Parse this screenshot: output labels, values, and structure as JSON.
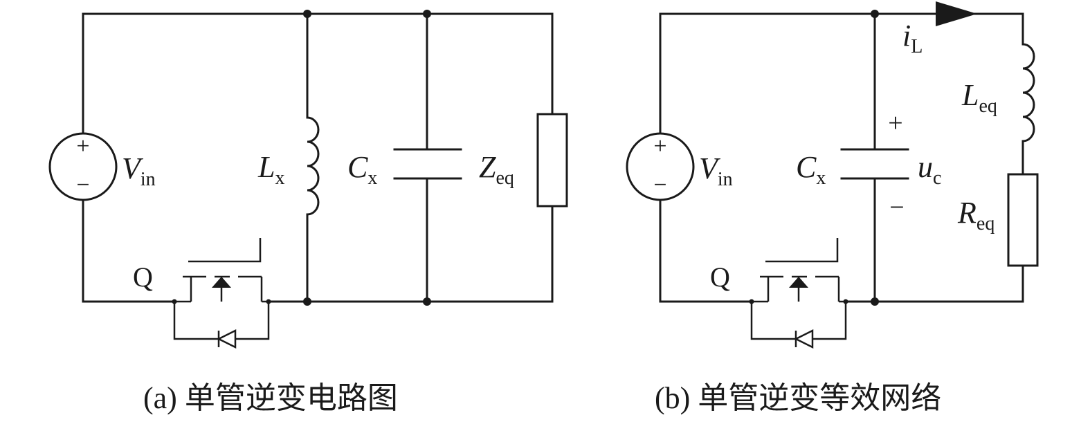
{
  "circuit_a": {
    "source_label": "V",
    "source_sub": "in",
    "source_plus": "+",
    "source_minus": "−",
    "switch_label": "Q",
    "inductor_label": "L",
    "inductor_sub": "x",
    "capacitor_label": "C",
    "capacitor_sub": "x",
    "load_label": "Z",
    "load_sub": "eq",
    "caption": "(a) 单管逆变电路图"
  },
  "circuit_b": {
    "source_label": "V",
    "source_sub": "in",
    "source_plus": "+",
    "source_minus": "−",
    "switch_label": "Q",
    "current_label": "i",
    "current_sub": "L",
    "capacitor_label": "C",
    "capacitor_sub": "x",
    "cap_voltage_label": "u",
    "cap_voltage_sub": "c",
    "cap_plus": "+",
    "cap_minus": "−",
    "inductor_label": "L",
    "inductor_sub": "eq",
    "resistor_label": "R",
    "resistor_sub": "eq",
    "caption": "(b) 单管逆变等效网络"
  }
}
